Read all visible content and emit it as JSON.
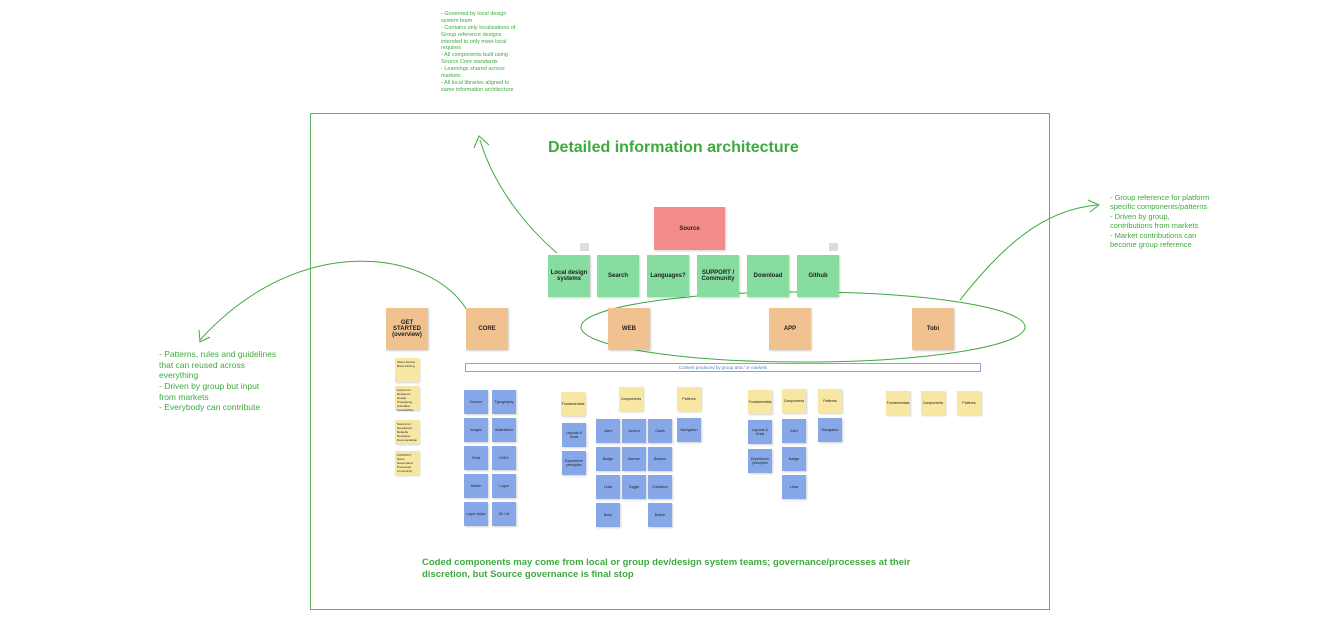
{
  "diagram": {
    "title": "Detailed information architecture",
    "footer": "Coded components may come from local or group dev/design system teams; governance/processes at their discretion, but Source governance is final stop",
    "note_top": "- Governed by local design system team\n- Contains only localisations of Group reference designs intended to only meet local requires\n- All components built using Source Core standards\n- Learnings shared across markets\n- All local libraries aligned to same information architecture",
    "note_right": "- Group reference for platform specific components/patterns\n- Driven by group, contributions from markets\n- Market contributions can become group reference",
    "note_left": "- Patterns, rules and guidelines that can reused across everything\n- Driven by group but input from markets\n- Everybody can contribute",
    "bar_label": "Content produced by group and / or markets",
    "source": "Source",
    "level1": [
      "Local design systems",
      "Search",
      "Languages?",
      "SUPPORT / Community",
      "Download",
      "Github"
    ],
    "level2": {
      "get_started": "GET STARTED (overview)",
      "core": "CORE",
      "web": "WEB",
      "app": "APP",
      "tobi": "Tobi"
    },
    "get_started_items": [
      "About Source\nBook training",
      "Source for Designers\nDesign\nPrototyping\nAnimation\nAccessibility",
      "Source for Developers\nDefaults\nDeveloper\nDocumentation",
      "CONTACT\nTeam\nGovernance\nProcesses\nCommunity"
    ],
    "core_items": [
      "Colours",
      "Typography",
      "Images",
      "Illustrations",
      "Grids",
      "UI/UX",
      "Motion",
      "Logos",
      "Layer styles",
      "3D / AI"
    ],
    "web": {
      "fundamentals": "Fundamentals",
      "components": "Components",
      "patterns": "Patterns",
      "fundamentals_items": [
        "Layouts & Grids",
        "Experience principles"
      ],
      "components_items": [
        "Alert",
        "Accord",
        "Cards",
        "Badge",
        "Banner",
        "Buttons",
        "Links",
        "Toggle",
        "Checkbox",
        "Body",
        "Button"
      ],
      "patterns_items": [
        "Navigation"
      ]
    },
    "app": {
      "fundamentals": "Fundamentals",
      "components": "Components",
      "patterns": "Patterns",
      "fundamentals_items": [
        "Layouts & Grids",
        "Experience principles"
      ],
      "components_items": [
        "Alert",
        "Badge",
        "Links"
      ],
      "patterns_items": [
        "Navigation"
      ]
    },
    "tobi": {
      "fundamentals": "Fundamentals",
      "components": "Components",
      "patterns": "Patterns"
    }
  }
}
